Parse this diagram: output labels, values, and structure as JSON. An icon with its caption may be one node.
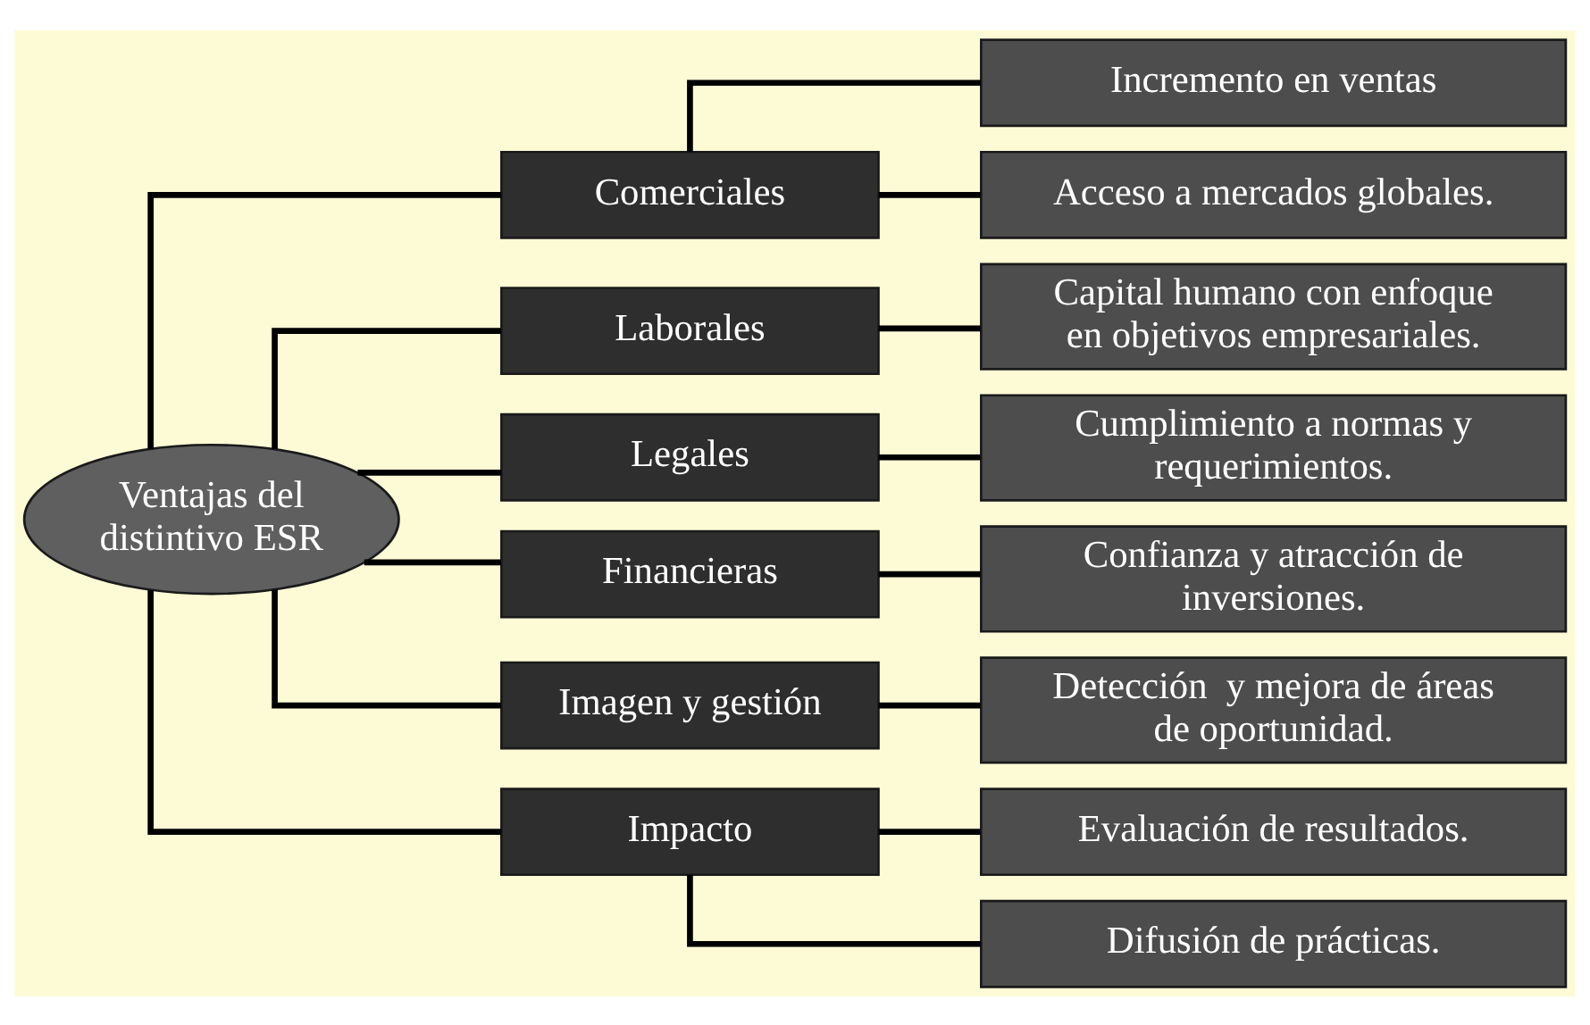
{
  "diagram": {
    "nodes": [
      {
        "text": [
          "Ventajas del distintivo ESR"
        ]
      },
      {
        "text": [
          "Comerciales"
        ]
      },
      {
        "text": [
          "Incremento en ventas"
        ]
      },
      {
        "text": [
          "Acceso a mercados globales."
        ]
      },
      {
        "text": [
          "Laborales"
        ]
      },
      {
        "text": [
          "Capital humano con enfoque en objetivos empresariales."
        ]
      },
      {
        "text": [
          "Legales"
        ]
      },
      {
        "text": [
          "Cumplimiento a normas y requerimientos."
        ]
      },
      {
        "text": [
          "Financieras"
        ]
      },
      {
        "text": [
          "Confianza y atracción de inversiones."
        ]
      },
      {
        "text": [
          "Imagen y gestión"
        ]
      },
      {
        "text": [
          "Detección  y mejora de áreas de oportunidad."
        ]
      },
      {
        "text": [
          "Impacto"
        ]
      },
      {
        "text": [
          "Evaluación de resultados."
        ]
      },
      {
        "text": [
          "Difusión de prácticas."
        ]
      }
    ],
    "edges": [
      {
        "from": 0,
        "to": 1,
        "arrow": "none"
      },
      {
        "from": 0,
        "to": 4,
        "arrow": "none"
      },
      {
        "from": 0,
        "to": 6,
        "arrow": "none"
      },
      {
        "from": 0,
        "to": 8,
        "arrow": "none"
      },
      {
        "from": 0,
        "to": 10,
        "arrow": "none"
      },
      {
        "from": 0,
        "to": 12,
        "arrow": "none"
      },
      {
        "from": 1,
        "to": 2,
        "arrow": "none"
      },
      {
        "from": 1,
        "to": 3,
        "arrow": "none"
      },
      {
        "from": 4,
        "to": 5,
        "arrow": "none"
      },
      {
        "from": 6,
        "to": 7,
        "arrow": "none"
      },
      {
        "from": 8,
        "to": 9,
        "arrow": "none"
      },
      {
        "from": 10,
        "to": 11,
        "arrow": "none"
      },
      {
        "from": 12,
        "to": 13,
        "arrow": "none"
      },
      {
        "from": 12,
        "to": 14,
        "arrow": "none"
      }
    ]
  }
}
